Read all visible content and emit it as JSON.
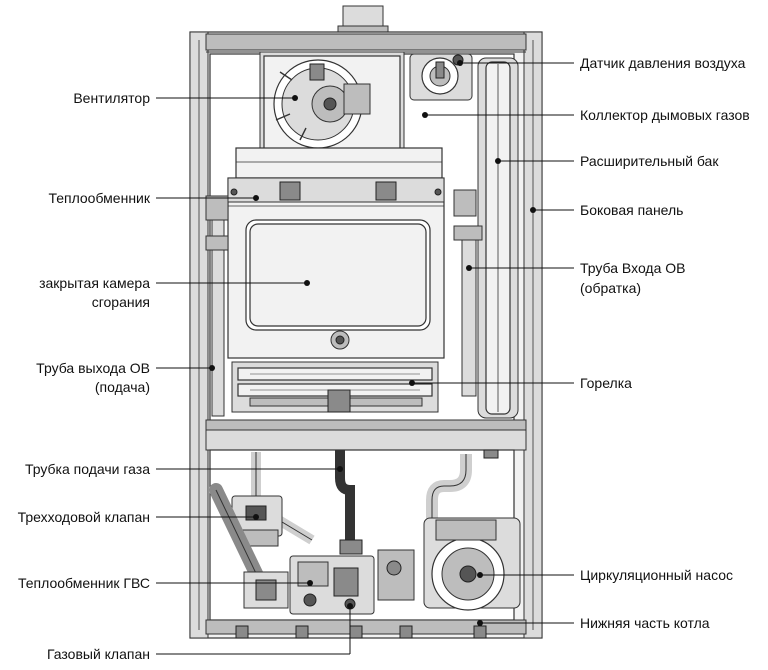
{
  "labels": {
    "fan": "Вентилятор",
    "heat_exchanger": "Теплообменник",
    "closed_chamber_1": "закрытая камера",
    "closed_chamber_2": "сгорания",
    "supply_pipe_1": "Труба выхода ОВ",
    "supply_pipe_2": "(подача)",
    "gas_tube": "Трубка подачи газа",
    "three_way_valve": "Трехходовой клапан",
    "dhw_exchanger": "Теплообменник ГВС",
    "gas_valve": "Газовый клапан",
    "air_pressure_sensor": "Датчик давления воздуха",
    "flue_collector": "Коллектор дымовых газов",
    "expansion_tank": "Расширительный бак",
    "side_panel": "Боковая панель",
    "return_pipe_1": "Труба Входа ОВ",
    "return_pipe_2": "(обратка)",
    "burner": "Горелка",
    "circulation_pump": "Циркуляционный насос",
    "boiler_bottom": "Нижняя часть котла"
  }
}
